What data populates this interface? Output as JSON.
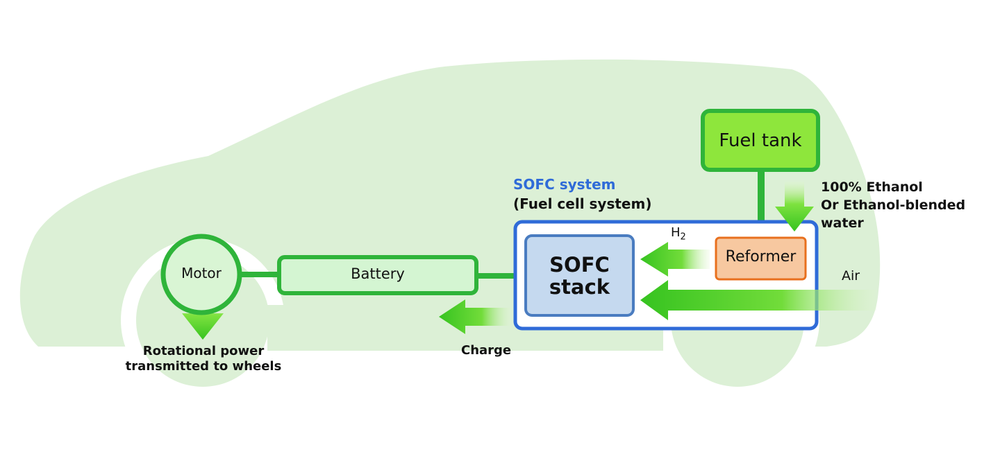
{
  "diagram": {
    "components": {
      "fuel_tank": "Fuel tank",
      "reformer": "Reformer",
      "sofc_stack_line1": "SOFC",
      "sofc_stack_line2": "stack",
      "battery": "Battery",
      "motor": "Motor"
    },
    "system_label": {
      "title": "SOFC system",
      "subtitle": "(Fuel cell system)"
    },
    "flow_labels": {
      "fuel_line1": "100% Ethanol",
      "fuel_line2": "Or Ethanol-blended",
      "fuel_line3": "water",
      "hydrogen": "H",
      "hydrogen_sub": "2",
      "air": "Air",
      "charge": "Charge",
      "output_line1": "Rotational power",
      "output_line2": "transmitted to wheels"
    },
    "colors": {
      "car_body": "#dcf0d6",
      "wheel_well": "#ffffff",
      "line_green": "#2fb43a",
      "arrow_green": "#3ecb2a",
      "fuel_tank_fill": "#8ee63c",
      "battery_fill": "#d4f5d2",
      "motor_fill": "#d9f5d4",
      "sofc_fill": "#c5d9ef",
      "sofc_border": "#4a7cc0",
      "system_border": "#2f6bd8",
      "reformer_fill": "#f7c8a0",
      "reformer_border": "#e8701e",
      "system_label": "#2f6bd8"
    }
  }
}
